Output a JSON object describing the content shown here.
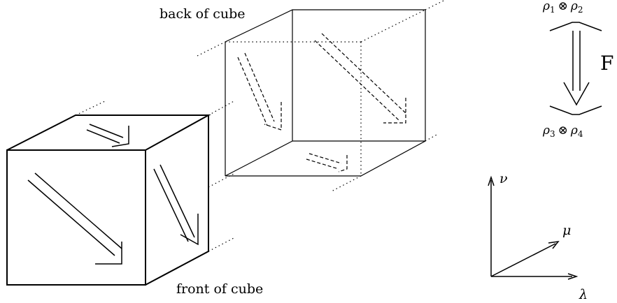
{
  "labels": {
    "back": "back of cube",
    "front": "front of cube",
    "top_rep": {
      "rho": "ρ",
      "i": "1",
      "op": "⊗",
      "rho2": "ρ",
      "j": "2"
    },
    "bottom_rep": {
      "rho": "ρ",
      "i": "3",
      "op": "⊗",
      "rho2": "ρ",
      "j": "4"
    },
    "arrow_label": "F"
  },
  "axes": {
    "nu": "ν",
    "mu": "μ",
    "lambda": "λ"
  }
}
